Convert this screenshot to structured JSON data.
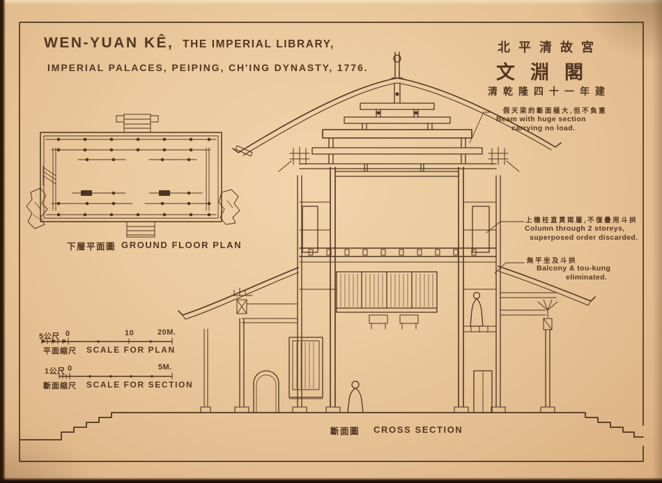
{
  "colors": {
    "paper": "#e9c89c",
    "ink": "#4e3423",
    "photo_edge": "#24130a"
  },
  "title": {
    "line1_primary": "WEN-YUAN KÊ,",
    "line1_secondary": "THE IMPERIAL LIBRARY,",
    "line2": "IMPERIAL PALACES, PEIPING, CH'ING DYNASTY, 1776."
  },
  "title_chinese": {
    "line1": "北平清故宮",
    "line2": "文淵閣",
    "line3": "清乾隆四十一年建"
  },
  "annotations": [
    {
      "chinese": "假天梁的斷面極大,但不負重",
      "english_line1": "Beam with huge section",
      "english_line2": "carrying no load."
    },
    {
      "chinese": "上檐柱直貫兩層,不復疊用斗拱",
      "english_line1": "Column through 2 storeys,",
      "english_line2": "superposed order discarded."
    },
    {
      "chinese": "無平坐及斗拱",
      "english_line1": "Balcony & tou-kung",
      "english_line2": "eliminated."
    }
  ],
  "plan": {
    "label_chinese": "下層平面圖",
    "label_english": "GROUND FLOOR PLAN"
  },
  "section": {
    "label_chinese": "斷面圖",
    "label_english": "CROSS SECTION"
  },
  "scales": {
    "plan": {
      "left_label": "5公尺",
      "zero": "0",
      "mid": "10",
      "end": "20M.",
      "caption_chinese": "平面縮尺",
      "caption_english": "SCALE FOR PLAN"
    },
    "section": {
      "left_label": "1公尺",
      "zero": "0",
      "end": "5M.",
      "caption_chinese": "斷面縮尺",
      "caption_english": "SCALE FOR SECTION"
    }
  }
}
